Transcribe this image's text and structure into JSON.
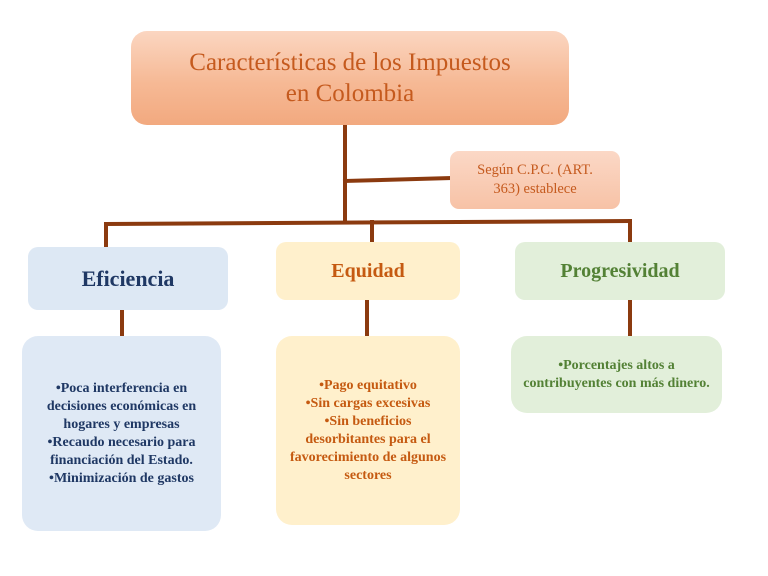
{
  "title": "Características de los Impuestos\nen Colombia",
  "note": "Según C.P.C. (ART. 363) establece",
  "colors": {
    "connector": "#8b3a0f",
    "title_text": "#c55a1e",
    "eficiencia": "#1f3864",
    "equidad": "#c55a11",
    "progresividad": "#538135"
  },
  "categories": [
    {
      "label": "Eficiencia",
      "details": [
        "•Poca interferencia en decisiones económicas en hogares y empresas",
        "•Recaudo necesario para financiación del Estado.",
        "•Minimización de gastos"
      ]
    },
    {
      "label": "Equidad",
      "details": [
        "•Pago equitativo",
        "•Sin cargas excesivas",
        "•Sin beneficios desorbitantes para el favorecimiento de algunos sectores"
      ]
    },
    {
      "label": "Progresividad",
      "details": [
        "•Porcentajes altos a contribuyentes con más dinero."
      ]
    }
  ]
}
